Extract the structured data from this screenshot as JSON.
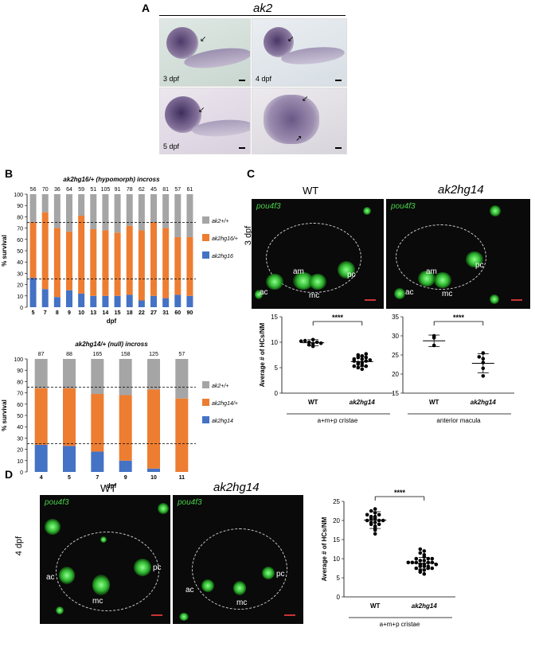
{
  "panel_a": {
    "letter": "A",
    "gene": "ak2",
    "stages": [
      "3 dpf",
      "4 dpf",
      "5 dpf"
    ]
  },
  "panel_b": {
    "letter": "B",
    "top_title": "ak2hg16/+ (hypomorph) incross",
    "bottom_title": "ak2hg14/+ (null) incross"
  },
  "panel_c": {
    "letter": "C",
    "wt_label": "WT",
    "mut_label": "ak2hg14",
    "gene": "pou4f3",
    "stage": "3 dpf",
    "labels": {
      "ac": "ac",
      "am": "am",
      "mc": "mc",
      "pc": "pc"
    }
  },
  "panel_d": {
    "letter": "D",
    "wt_label": "WT",
    "mut_label": "ak2hg14",
    "gene": "pou4f3",
    "stage": "4 dpf",
    "labels": {
      "ac": "ac",
      "mc": "mc",
      "pc": "pc"
    }
  },
  "chart_data": [
    {
      "id": "b_top",
      "type": "bar",
      "stacked": true,
      "title": "ak2hg16/+ (hypomorph) incross",
      "xlabel": "dpf",
      "ylabel": "% survival",
      "ylim": [
        0,
        100
      ],
      "yticks": [
        0,
        10,
        20,
        30,
        40,
        50,
        60,
        70,
        80,
        90,
        100
      ],
      "categories": [
        "5",
        "7",
        "8",
        "9",
        "10",
        "13",
        "14",
        "15",
        "18",
        "22",
        "27",
        "31",
        "60",
        "90"
      ],
      "counts": [
        56,
        70,
        36,
        64,
        59,
        51,
        105,
        91,
        78,
        62,
        45,
        81,
        57,
        61
      ],
      "reference_lines": [
        25,
        75
      ],
      "legend_position": "right",
      "series": [
        {
          "name": "ak2hg16",
          "color": "#4472c4",
          "values": [
            26,
            16,
            9,
            15,
            12,
            10,
            10,
            10,
            11,
            6,
            10,
            8,
            11,
            10
          ]
        },
        {
          "name": "ak2hg16/+",
          "color": "#ed7d31",
          "values": [
            49,
            68,
            61,
            52,
            69,
            59,
            58,
            56,
            61,
            62,
            65,
            62,
            51,
            52
          ]
        },
        {
          "name": "ak2+/+",
          "color": "#a5a5a5",
          "values": [
            25,
            16,
            30,
            33,
            19,
            31,
            32,
            34,
            28,
            32,
            25,
            30,
            38,
            38
          ]
        }
      ]
    },
    {
      "id": "b_bottom",
      "type": "bar",
      "stacked": true,
      "title": "ak2hg14/+ (null) incross",
      "xlabel": "dpf",
      "ylabel": "% survival",
      "ylim": [
        0,
        100
      ],
      "yticks": [
        0,
        10,
        20,
        30,
        40,
        50,
        60,
        70,
        80,
        90,
        100
      ],
      "categories": [
        "4",
        "5",
        "7",
        "9",
        "10",
        "11"
      ],
      "counts": [
        87,
        88,
        165,
        158,
        125,
        57
      ],
      "reference_lines": [
        25,
        75
      ],
      "legend_position": "right",
      "series": [
        {
          "name": "ak2hg14",
          "color": "#4472c4",
          "values": [
            24,
            23,
            18,
            10,
            3,
            0
          ]
        },
        {
          "name": "ak2hg14/+",
          "color": "#ed7d31",
          "values": [
            50,
            51,
            51,
            58,
            70,
            65
          ]
        },
        {
          "name": "ak2+/+",
          "color": "#a5a5a5",
          "values": [
            26,
            26,
            31,
            32,
            27,
            35
          ]
        }
      ]
    },
    {
      "id": "c_left",
      "type": "scatter",
      "ylabel": "Average # of HCs/NM",
      "ylim": [
        0,
        15
      ],
      "yticks": [
        0,
        5,
        10,
        15
      ],
      "categories": [
        "WT",
        "ak2hg14"
      ],
      "group_label": "a+m+p cristae",
      "significance": "****",
      "groups": [
        {
          "name": "WT",
          "mean": 9.9,
          "sd": 0.6,
          "points": [
            9.2,
            9.5,
            9.7,
            10,
            10,
            10.3,
            10.5,
            9.8,
            10.2
          ]
        },
        {
          "name": "ak2hg14",
          "mean": 6.2,
          "sd": 1.0,
          "points": [
            4.7,
            5.0,
            5.3,
            5.5,
            5.7,
            6.0,
            6.0,
            6.3,
            6.3,
            6.5,
            6.7,
            7.0,
            7.0,
            7.3,
            7.5,
            7.7,
            5.3,
            6.7
          ]
        }
      ]
    },
    {
      "id": "c_right",
      "type": "scatter",
      "ylabel": "",
      "ylim": [
        15,
        35
      ],
      "yticks": [
        15,
        20,
        25,
        30,
        35
      ],
      "categories": [
        "WT",
        "ak2hg14"
      ],
      "group_label": "anterior macula",
      "significance": "****",
      "groups": [
        {
          "name": "WT",
          "mean": 28.7,
          "sd": 1.5,
          "points": [
            27.5,
            29.5,
            30
          ]
        },
        {
          "name": "ak2hg14",
          "mean": 22.8,
          "sd": 2.5,
          "points": [
            19.5,
            21.5,
            23,
            24,
            24.5,
            25.5
          ]
        }
      ]
    },
    {
      "id": "d",
      "type": "scatter",
      "ylabel": "Average # of HCs/NM",
      "ylim": [
        0,
        25
      ],
      "yticks": [
        0,
        5,
        10,
        15,
        20,
        25
      ],
      "categories": [
        "WT",
        "ak2hg14"
      ],
      "group_label": "a+m+p cristae",
      "significance": "****",
      "groups": [
        {
          "name": "WT",
          "mean": 20.1,
          "sd": 2.2,
          "points": [
            16.5,
            17.5,
            18,
            18.5,
            19,
            19.5,
            19.5,
            20,
            20,
            20.5,
            20.5,
            21,
            21,
            21.5,
            22,
            22.5,
            23,
            19,
            21.5,
            20
          ]
        },
        {
          "name": "ak2hg14",
          "mean": 8.8,
          "sd": 1.5,
          "points": [
            6,
            6.5,
            7,
            7,
            7.5,
            7.5,
            8,
            8,
            8,
            8.5,
            8.5,
            9,
            9,
            9,
            9,
            9.5,
            9.5,
            10,
            10,
            10.5,
            11,
            11.5,
            12,
            12.5,
            8.5,
            9,
            7.5,
            10
          ]
        }
      ]
    }
  ]
}
